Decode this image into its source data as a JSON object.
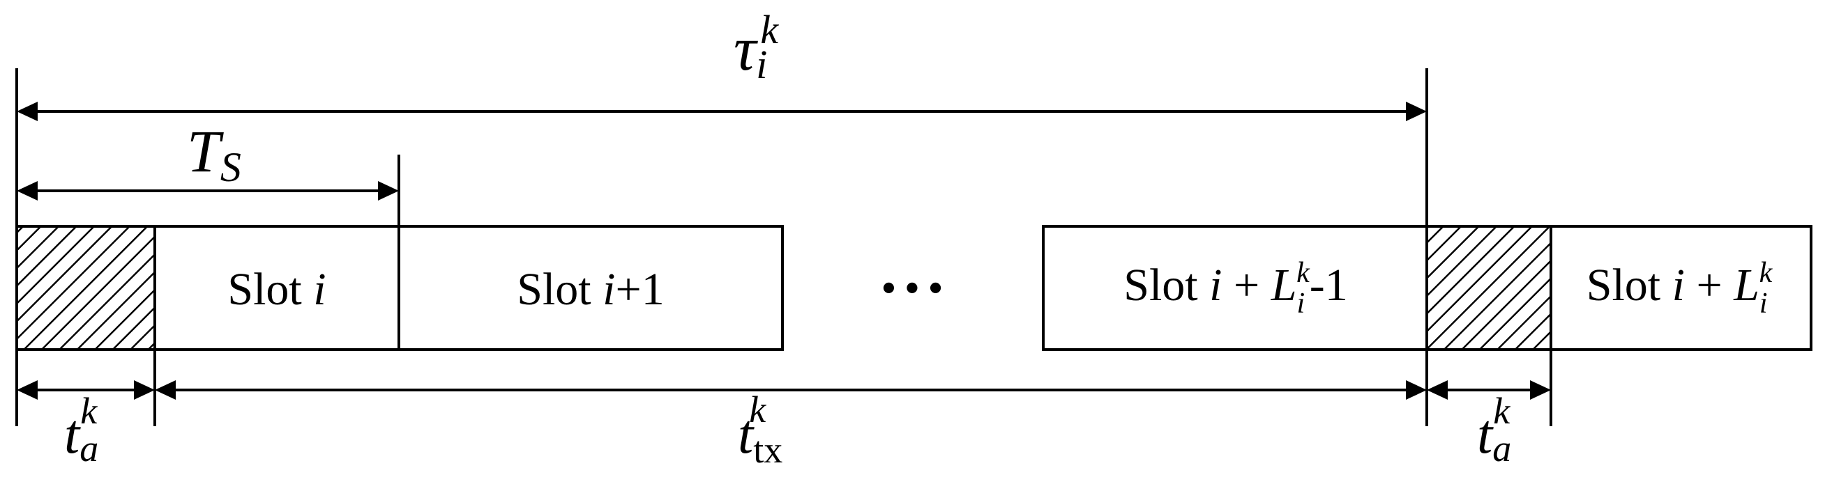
{
  "labels": {
    "tau_base": "τ",
    "tau_sub": "i",
    "tau_sup": "k",
    "ts_base": "T",
    "ts_sub": "S",
    "ta_base": "t",
    "ta_sub": "a",
    "ta_sup": "k",
    "ttx_base": "t",
    "ttx_sub": "tx",
    "ttx_sup": "k"
  },
  "slots": [
    {
      "word": "Slot ",
      "var": "i",
      "suffix": ""
    },
    {
      "word": "Slot ",
      "var": "i",
      "suffix": "+1"
    },
    {
      "word": "Slot ",
      "var": "i",
      "plus": " + ",
      "L": "L",
      "Lsub": "i",
      "Lsup": "k",
      "suffix": "-1"
    },
    {
      "word": "Slot ",
      "var": "i",
      "plus": " + ",
      "L": "L",
      "Lsub": "i",
      "Lsup": "k",
      "suffix": ""
    }
  ],
  "ellipsis": "• • •"
}
